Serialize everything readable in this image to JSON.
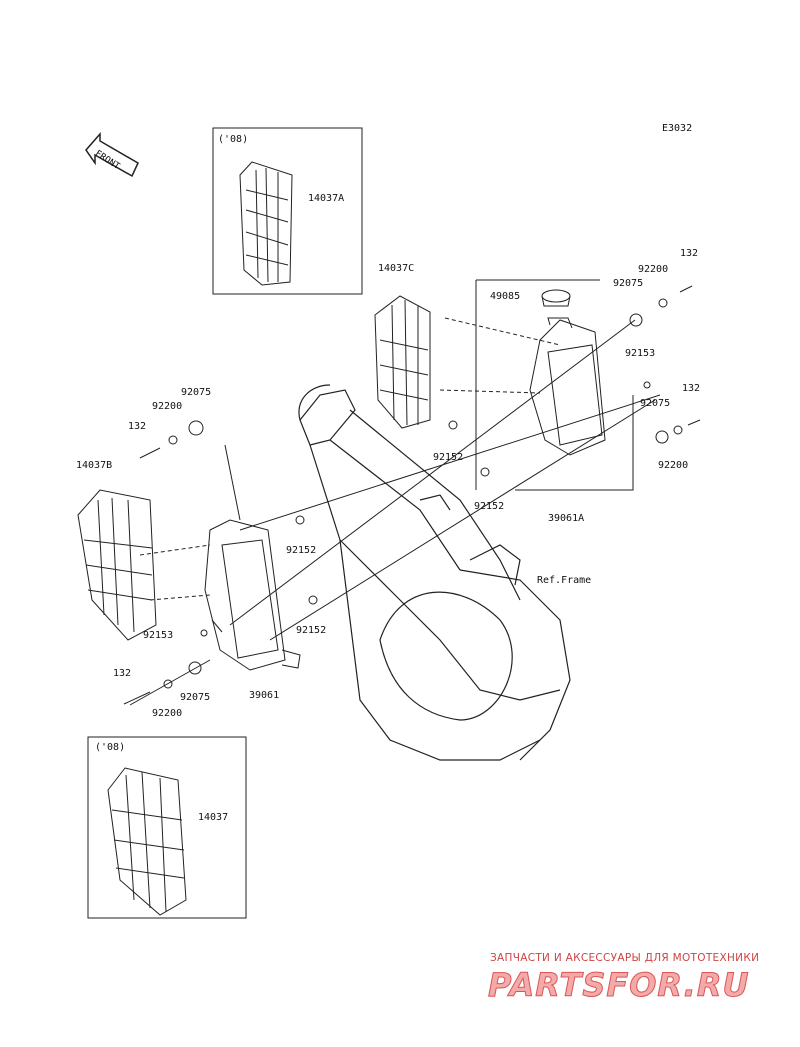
{
  "diagram_code": "E3032",
  "front_arrow_label": "FRONT",
  "ref_frame_label": "Ref.Frame",
  "insets": {
    "top": {
      "year": "('08)",
      "part": "14037A"
    },
    "bottom": {
      "year": "('08)",
      "part": "14037"
    }
  },
  "part_labels": {
    "p14037C": "14037C",
    "p49085": "49085",
    "p92200_tr": "92200",
    "p132_tr": "132",
    "p92075_tr": "92075",
    "p92153_r": "92153",
    "p132_r": "132",
    "p92075_r": "92075",
    "p92200_r": "92200",
    "p92152_a": "92152",
    "p92152_b": "92152",
    "p39061A": "39061A",
    "p92075_l": "92075",
    "p92200_l": "92200",
    "p132_l": "132",
    "p14037B": "14037B",
    "p92152_c": "92152",
    "p92153_l": "92153",
    "p92152_d": "92152",
    "p132_bl": "132",
    "p92075_bl": "92075",
    "p39061": "39061",
    "p92200_bl": "92200"
  },
  "watermark": {
    "tagline": "ЗАПЧАСТИ И АКСЕССУАРЫ ДЛЯ МОТОТЕХНИКИ",
    "brand": "PARTSFOR.RU"
  },
  "colors": {
    "line": "#222222",
    "watermark": "#dd5555"
  }
}
